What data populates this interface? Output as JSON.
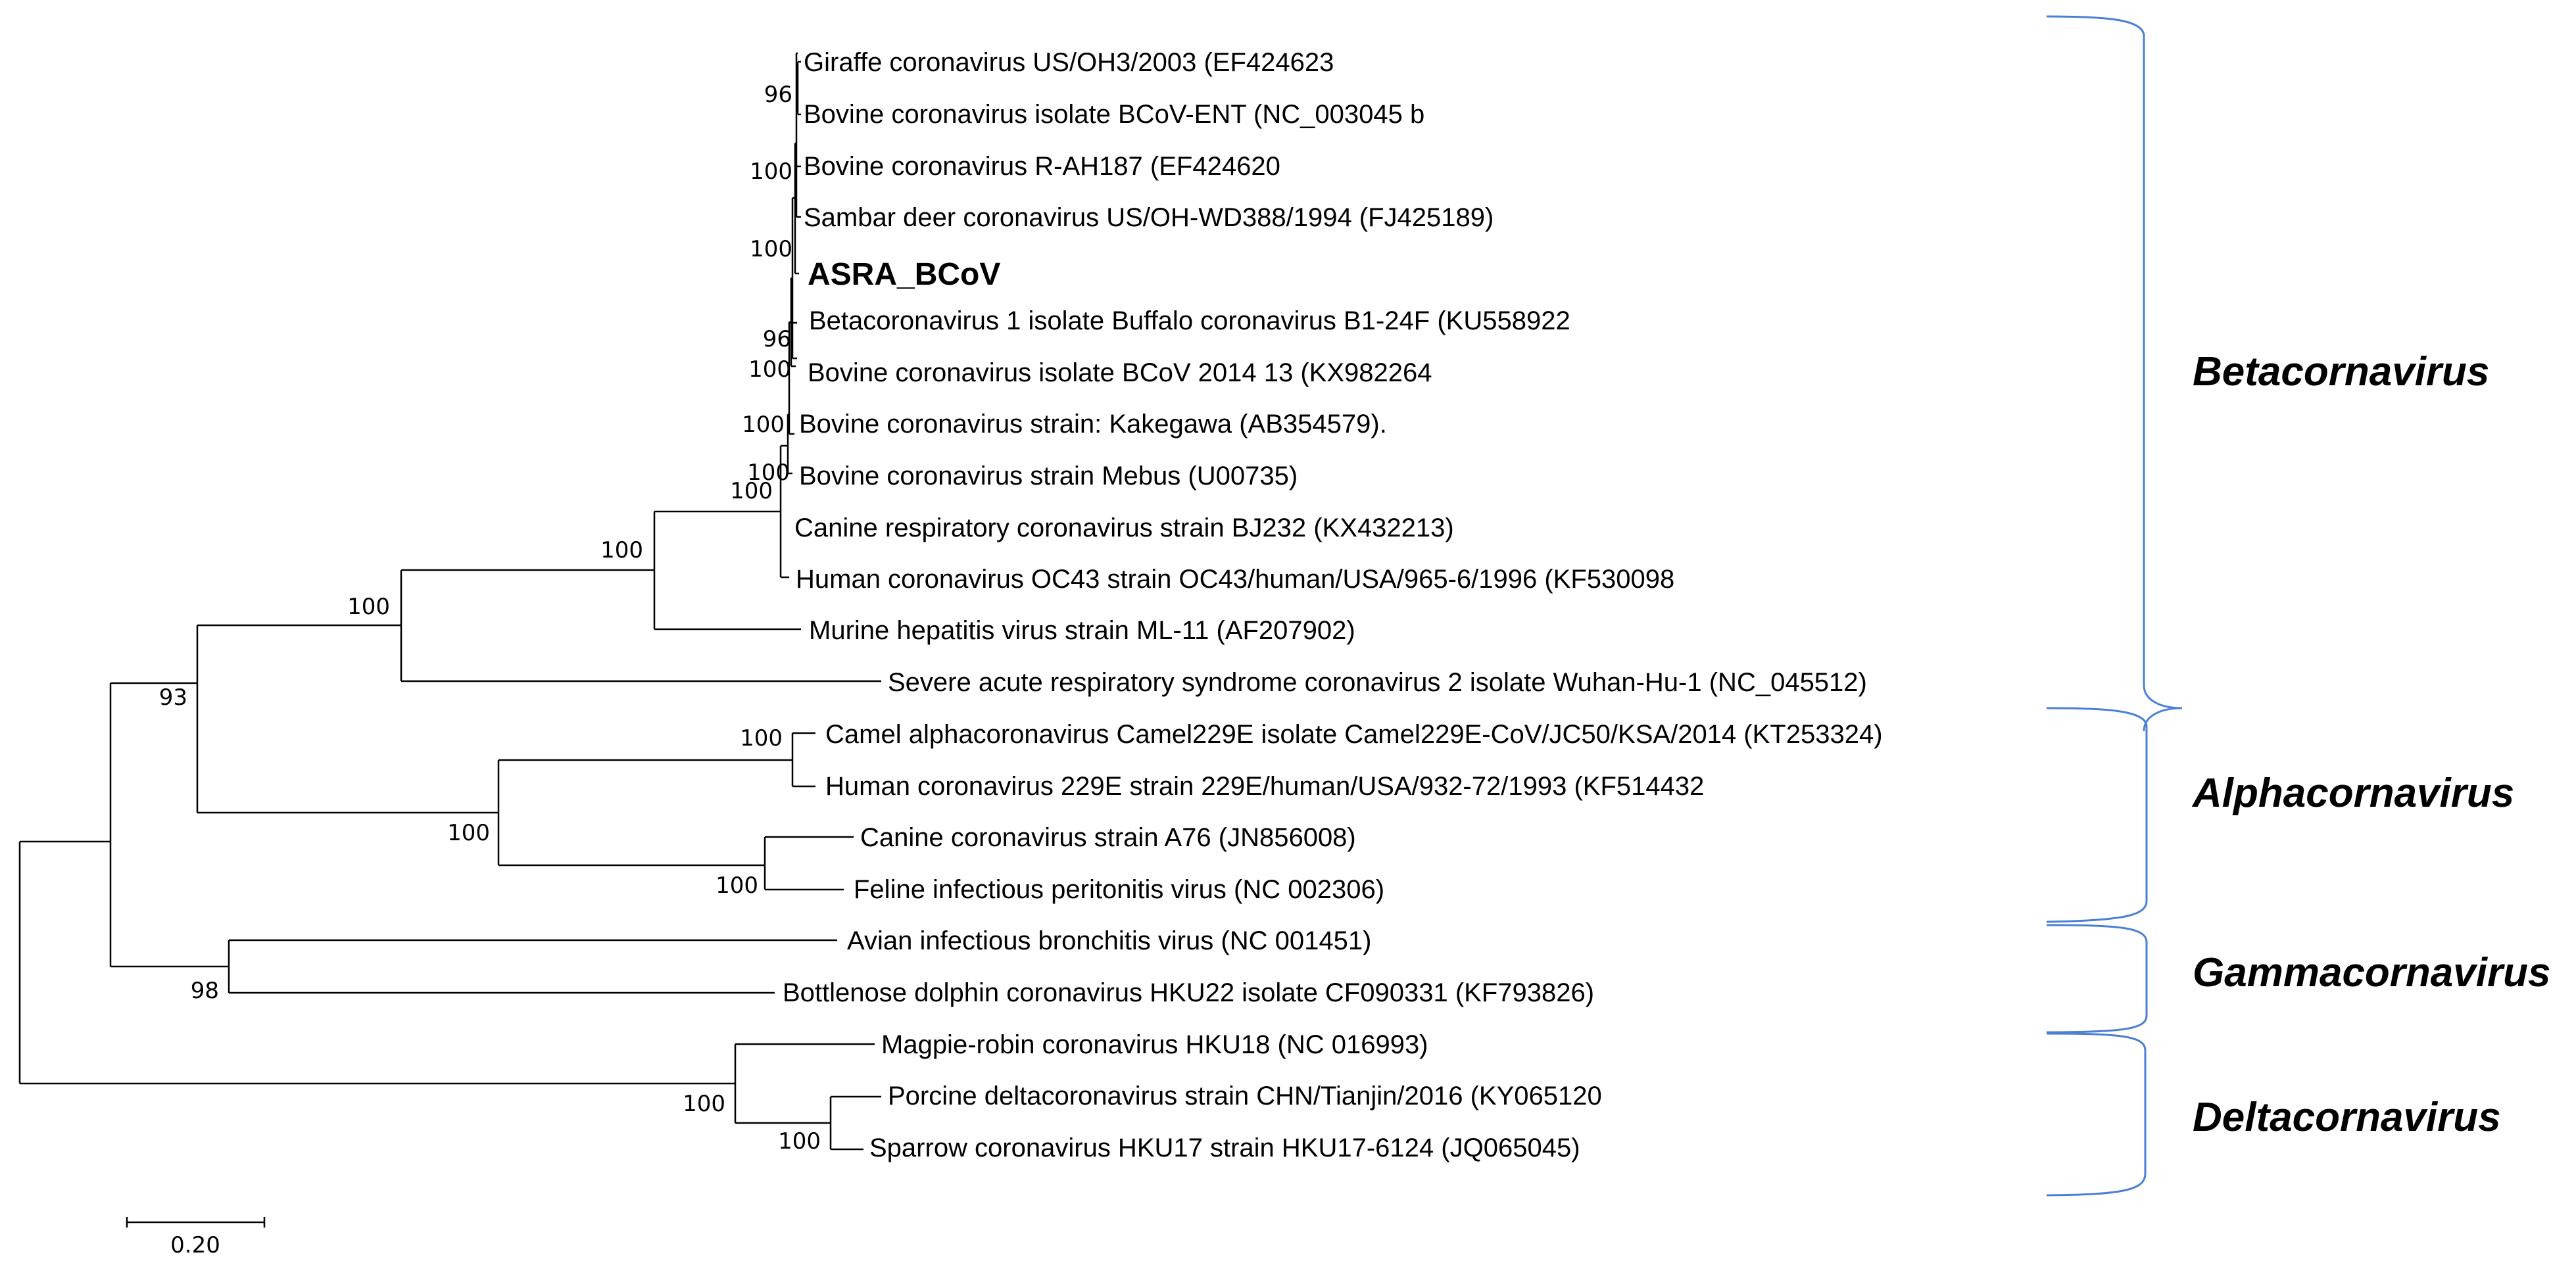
{
  "taxa": [
    "Giraffe coronavirus US/OH3/2003 (EF424623",
    "Bovine coronavirus isolate BCoV-ENT (NC_003045 b",
    "Bovine coronavirus R-AH187 (EF424620",
    "Sambar deer coronavirus US/OH-WD388/1994 (FJ425189)",
    "ASRA_BCoV",
    "Betacoronavirus 1 isolate Buffalo coronavirus B1-24F (KU558922",
    "Bovine coronavirus isolate BCoV 2014 13 (KX982264",
    "Bovine coronavirus strain: Kakegawa (AB354579).",
    "Bovine coronavirus strain Mebus (U00735)",
    "Canine respiratory coronavirus strain BJ232 (KX432213)",
    "Human coronavirus OC43 strain OC43/human/USA/965-6/1996 (KF530098",
    "Murine hepatitis virus strain ML-11 (AF207902)",
    "Severe acute respiratory syndrome coronavirus 2 isolate Wuhan-Hu-1 (NC_045512)",
    "Camel alphacoronavirus Camel229E isolate Camel229E-CoV/JC50/KSA/2014 (KT253324)",
    "Human coronavirus 229E strain 229E/human/USA/932-72/1993 (KF514432",
    "Canine coronavirus strain A76 (JN856008)",
    "Feline infectious peritonitis virus (NC 002306)",
    "Avian infectious bronchitis virus (NC 001451)",
    "Bottlenose dolphin coronavirus HKU22 isolate CF090331 (KF793826)",
    "Magpie-robin coronavirus HKU18 (NC 016993)",
    "Porcine deltacoronavirus strain CHN/Tianjin/2016 (KY065120",
    "Sparrow coronavirus HKU17 strain HKU17-6124 (JQ065045)"
  ],
  "highlighted_taxon": "ASRA_BCoV",
  "support_values": [
    "96",
    "100",
    "100",
    "96",
    "100",
    "100",
    "100",
    "100",
    "100",
    "100",
    "93",
    "100",
    "100",
    "100",
    "98",
    "100",
    "100"
  ],
  "genus_groups": [
    "Betacornavirus",
    "Alphacornavirus",
    "Gammacornavirus",
    "Deltacornavirus"
  ],
  "scale_bar": {
    "label": "0.20"
  },
  "colors": {
    "brace": "#4a7fd4",
    "tree": "#000000"
  }
}
